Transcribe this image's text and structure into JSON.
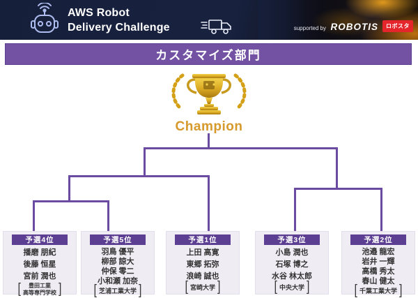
{
  "header": {
    "title_line1": "AWS Robot",
    "title_line2": "Delivery Challenge",
    "supported_by": "supported by",
    "sponsor_robotis": "ROBOTIS",
    "sponsor_robosta": "ロボスタ"
  },
  "division": {
    "title": "カスタマイズ部門"
  },
  "champion": {
    "label": "Champion"
  },
  "punctuation": {
    "affil_open": "[",
    "affil_close": "]"
  },
  "bracket": {
    "teams": [
      {
        "seed": "予選4位",
        "members": [
          "播磨 朋紀",
          "後藤 恒星",
          "宮前 潤也"
        ],
        "affiliation": [
          "豊田工業",
          "高等専門学校"
        ]
      },
      {
        "seed": "予選5位",
        "members": [
          "羽鳥 優平",
          "柳部 諒大",
          "仲保 零二",
          "小和瀬 加奈"
        ],
        "affiliation": [
          "芝浦工業大学"
        ]
      },
      {
        "seed": "予選1位",
        "members": [
          "上田 高寛",
          "東郷 拓弥",
          "浪崎 誠也"
        ],
        "affiliation": [
          "宮崎大学"
        ]
      },
      {
        "seed": "予選3位",
        "members": [
          "小島 潤也",
          "石塚 博之",
          "水谷 林太郎"
        ],
        "affiliation": [
          "中央大学"
        ]
      },
      {
        "seed": "予選2位",
        "members": [
          "池邉 龍宏",
          "岩井 一輝",
          "高橋 秀太",
          "春山 健太"
        ],
        "affiliation": [
          "千葉工業大学"
        ]
      }
    ]
  },
  "colors": {
    "header_navy": "#161f3a",
    "title_purple": "#7352a3",
    "band_purple": "#5c3e92",
    "line_purple": "#6b4aa2",
    "box_bg": "#efecf3",
    "gold": "#d6992c",
    "sponsor_red": "#e4252b"
  }
}
